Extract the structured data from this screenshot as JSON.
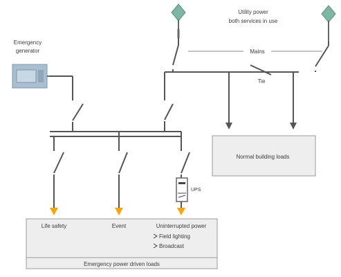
{
  "labels": {
    "utility_line1": "Utility power",
    "utility_line2": "both services in use",
    "mains": "Mains",
    "tie": "Tie",
    "emergency_gen_line1": "Emergency",
    "emergency_gen_line2": "generator",
    "ups": "UPS",
    "normal_loads": "Normal building loads",
    "life_safety": "Life safety",
    "event": "Event",
    "uninterrupted": "Uninterrupted power",
    "field_lighting": "Field lighting",
    "broadcast": "Broadcast",
    "emergency_loads": "Emergency power driven loads"
  },
  "colors": {
    "line": "#555555",
    "utility_diamond": "#7fb5a6",
    "arrow_orange": "#f4a31a",
    "box_fill": "#eeeeee",
    "box_stroke": "#9a9a9a",
    "generator_fill": "#a9bfd1"
  },
  "icons": {
    "utility_source": "diamond-icon",
    "generator": "generator-icon",
    "ups": "ups-icon"
  }
}
